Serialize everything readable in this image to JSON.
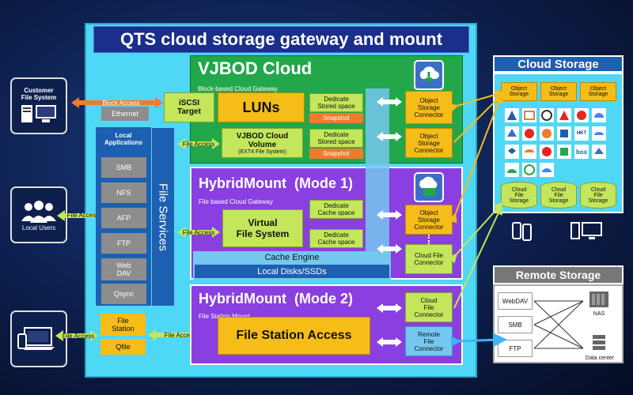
{
  "title": "QTS cloud storage gateway and mount",
  "left": {
    "customer_fs": [
      "Customer",
      "File System"
    ],
    "local_users": "Local Users",
    "block_access": "Block Access",
    "file_access_users": "File Access",
    "file_access_pc": "File Access"
  },
  "services": {
    "ethernet": "Ethernet",
    "local_apps": [
      "Local",
      "Applications"
    ],
    "items": [
      "SMB",
      "NFS",
      "AFP",
      "FTP",
      "Web",
      "DAV",
      "Qsync"
    ],
    "file_services": "File Services",
    "file_station": [
      "File",
      "Station"
    ],
    "qfile": "Qfile",
    "file_access_qfile": "File Access"
  },
  "vjbod": {
    "title": "VJBOD Cloud",
    "subtitle": "Block-based Cloud Gateway",
    "iscsi": [
      "iSCSI",
      "Target"
    ],
    "luns": "LUNs",
    "dedicate1": [
      "Dedicate",
      "Stored space"
    ],
    "snapshot1": "Snapshot",
    "volume": [
      "VJBOD Cloud",
      "Volume",
      "(EXT4 File System)"
    ],
    "dedicate2": [
      "Dedicate",
      "Stored space"
    ],
    "snapshot2": "Snapshot",
    "file_access": "File Access",
    "connector1": [
      "Object",
      "Storage",
      "Connector"
    ],
    "connector2": [
      "Object",
      "Storage",
      "Connector"
    ]
  },
  "hybrid1": {
    "title": "HybridMount  (Mode 1)",
    "subtitle": "File based Cloud Gateway",
    "vfs": [
      "Virtual",
      "File System"
    ],
    "cache1": [
      "Dedicate",
      "Cache space"
    ],
    "cache2": [
      "Dedicate",
      "Cache space"
    ],
    "file_access": "File Access",
    "cache_engine": "Cache Engine",
    "local_disks": "Local Disks/SSDs",
    "connector1": [
      "Object",
      "Storage",
      "Connector"
    ],
    "connector2": [
      "Cloud File",
      "Connector"
    ]
  },
  "hybrid2": {
    "title": "HybridMount  (Mode 2)",
    "subtitle": "File Station Mount",
    "fsa": "File Station Access",
    "connector1": [
      "Cloud",
      "File",
      "Connector"
    ],
    "connector2": [
      "Remote",
      "File",
      "Connector"
    ]
  },
  "cloud": {
    "title": "Cloud Storage",
    "objects": [
      [
        "Object",
        "Storage"
      ],
      [
        "Object",
        "Storage"
      ],
      [
        "Object",
        "Storage"
      ]
    ],
    "files": [
      [
        "Cloud",
        "File",
        "Storage"
      ],
      [
        "Cloud",
        "File",
        "Storage"
      ],
      [
        "Cloud",
        "File",
        "Storage"
      ]
    ],
    "brand_hkt": "HKT",
    "brand_box": "box"
  },
  "remote": {
    "title": "Remote Storage",
    "items": [
      "WebDAV",
      "SMB",
      "FTP"
    ],
    "nas": "NAS",
    "datacenter": "Data center"
  },
  "colors": {
    "cyan_panel": "#4fd8f6",
    "vjbod_green": "#23a74b",
    "hybrid_purple": "#8a3fe0",
    "accent_yellow": "#f6bc18",
    "lime": "#c3e65b",
    "service_blue": "#1d5fb0",
    "snapshot_orange": "#ef7b2d"
  },
  "icons": [
    "upload-cloud-icon",
    "cloud-folder-icon",
    "server-icon",
    "users-icon",
    "laptop-phone-icon",
    "phone-icon",
    "desktop-icon",
    "nas-icon",
    "datacenter-icon"
  ]
}
